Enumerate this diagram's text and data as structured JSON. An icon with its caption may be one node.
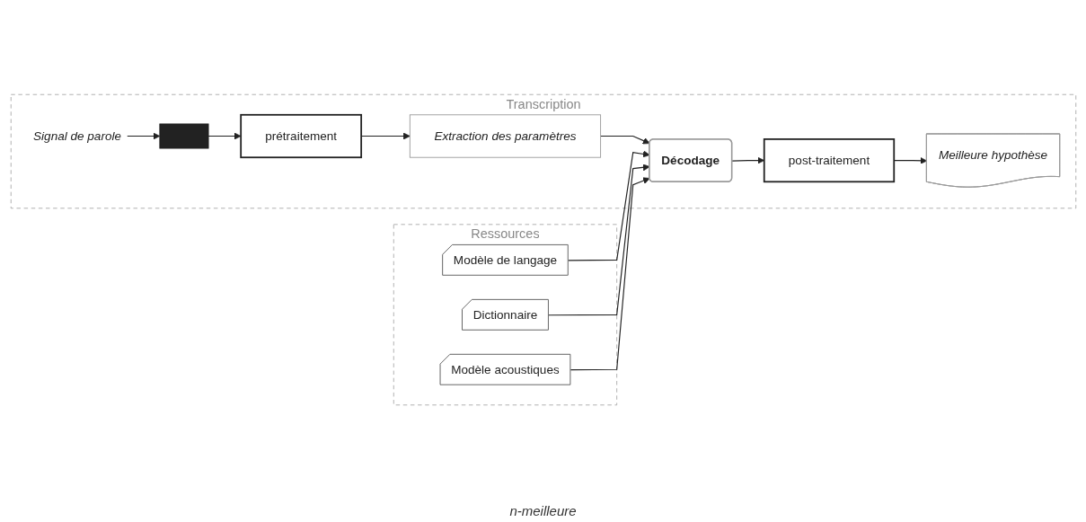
{
  "diagram": {
    "nodes": [
      {
        "text": [
          "Ressources"
        ]
      },
      {
        "text": [
          "Modèle de langage"
        ],
        "in": 0
      },
      {
        "text": [
          "Dictionnaire"
        ],
        "in": 0
      },
      {
        "text": [
          "Modèle acoustiques"
        ],
        "in": 0
      },
      {
        "text": [
          "Transcription"
        ]
      },
      {
        "text": [
          "Signal de parole"
        ],
        "in": 4
      },
      {
        "text": [],
        "shape": "picture",
        "in": 4
      },
      {
        "text": [
          "prétraitement"
        ],
        "in": 4
      },
      {
        "text": [
          "Extraction des paramètres"
        ],
        "in": 4
      },
      {
        "text": [
          "Décodage"
        ],
        "in": 4
      },
      {
        "text": [
          "post-traitement"
        ],
        "in": 4
      },
      {
        "text": [
          "Meilleure hypothèse"
        ],
        "in": 4
      }
    ],
    "edges": [
      {
        "from": 5,
        "to": 6,
        "arrow": "to"
      },
      {
        "from": 6,
        "to": 7,
        "arrow": "to"
      },
      {
        "from": 7,
        "to": 8,
        "arrow": "to"
      },
      {
        "from": 8,
        "to": 9,
        "arrow": "to"
      },
      {
        "from": 1,
        "to": 9,
        "arrow": "to"
      },
      {
        "from": 2,
        "to": 9,
        "arrow": "to"
      },
      {
        "from": 3,
        "to": 9,
        "arrow": "to"
      },
      {
        "from": 9,
        "to": 10,
        "arrow": "to"
      },
      {
        "from": 10,
        "to": 11,
        "arrow": "to"
      }
    ],
    "labels": [
      "n-meilleure"
    ]
  }
}
